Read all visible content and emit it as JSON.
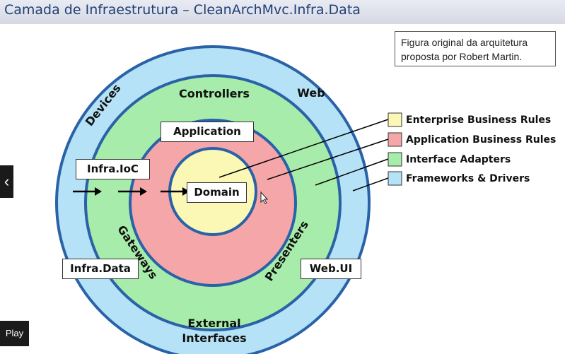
{
  "slide_title": "Camada de Infraestrutura – CleanArchMvc.Infra.Data",
  "note": {
    "line1": "Figura original da arquitetura",
    "line2": "proposta por Robert Martin."
  },
  "rings": {
    "devices": "Devices",
    "web": "Web",
    "controllers": "Controllers",
    "gateways": "Gateways",
    "presenters": "Presenters",
    "external_line1": "External",
    "external_line2": "Interfaces"
  },
  "boxes": {
    "application": "Application",
    "infra_ioc": "Infra.IoC",
    "domain": "Domain",
    "infra_data": "Infra.Data",
    "web_ui": "Web.UI"
  },
  "legend": [
    {
      "label": "Enterprise Business Rules",
      "color": "#fbf8b6"
    },
    {
      "label": "Application Business Rules",
      "color": "#f4a6a9"
    },
    {
      "label": "Interface Adapters",
      "color": "#a7ecaa"
    },
    {
      "label": "Frameworks & Drivers",
      "color": "#b5e2f6"
    }
  ],
  "player": {
    "prev_icon": "chevron-left-icon",
    "prev_glyph": "‹",
    "play_label": "Play"
  }
}
